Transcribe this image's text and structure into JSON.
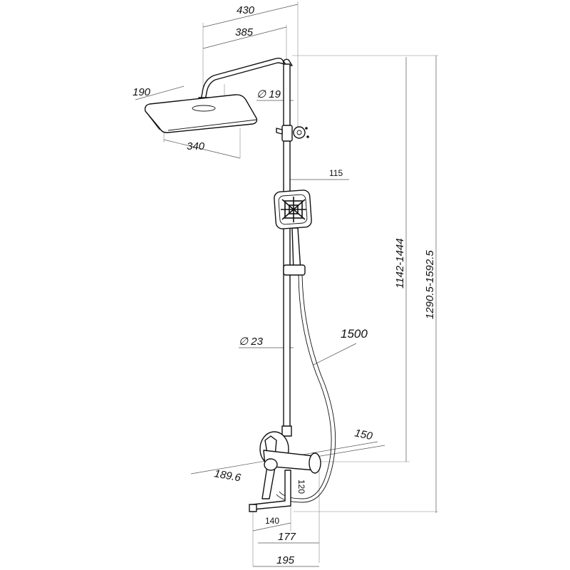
{
  "drawing": {
    "dimensions": {
      "arm_total": "430",
      "arm_reach": "385",
      "head_depth": "190",
      "head_width": "340",
      "riser_upper_diameter": "∅ 19",
      "handshower_offset": "115",
      "riser_lower_diameter": "∅ 23",
      "hose_length": "1500",
      "height_range_mixer": "1142-1444",
      "height_range_total": "1290.5-1592.5",
      "mixer_depth": "150",
      "mixer_width": "189.6",
      "spout_height": "120",
      "spout_length": "140",
      "spout_reach": "177",
      "total_reach": "195"
    }
  }
}
